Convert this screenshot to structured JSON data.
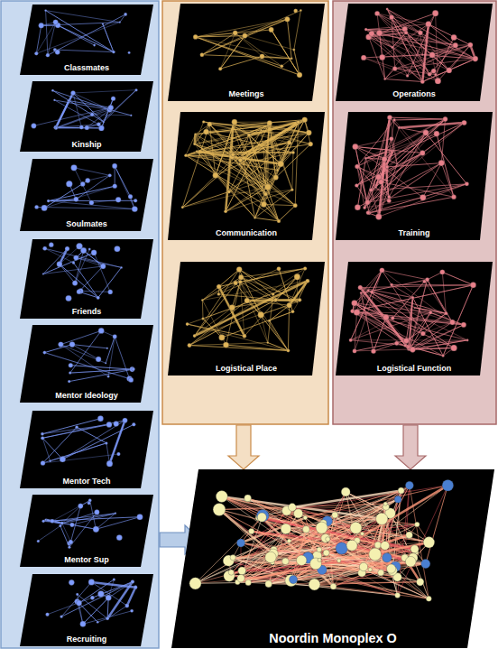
{
  "diagram": {
    "nodes": [
      {
        "text": [
          "Classmates"
        ]
      },
      {
        "text": [
          "Kinship"
        ]
      },
      {
        "text": [
          "Soulmates"
        ]
      },
      {
        "text": [
          "Friends"
        ]
      },
      {
        "text": [
          "Mentor Ideology"
        ]
      },
      {
        "text": [
          "Mentor Tech"
        ]
      },
      {
        "text": [
          "Mentor Sup"
        ]
      },
      {
        "text": [
          "Recruiting"
        ]
      },
      {
        "text": [
          "Meetings"
        ]
      },
      {
        "text": [
          "Communication"
        ]
      },
      {
        "text": [
          "Logistical Place"
        ]
      },
      {
        "text": [
          "Operations"
        ]
      },
      {
        "text": [
          "Training"
        ]
      },
      {
        "text": [
          "Logistical Function"
        ]
      },
      {
        "text": [
          "Noordin Monoplex O"
        ]
      }
    ]
  }
}
